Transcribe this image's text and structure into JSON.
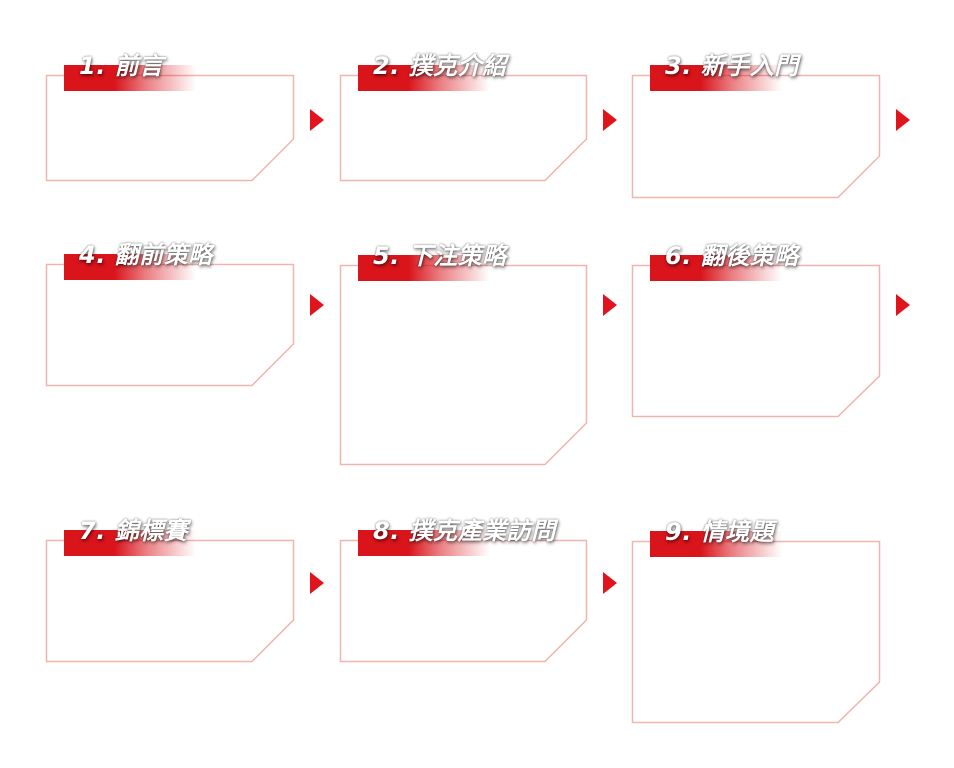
{
  "colors": {
    "accent": "#d9141b",
    "frame_border": "#f1b3ad",
    "background": "#ffffff",
    "title_text": "#ffffff"
  },
  "cards": [
    {
      "title": "1. 前言"
    },
    {
      "title": "2. 撲克介紹"
    },
    {
      "title": "3. 新手入門"
    },
    {
      "title": "4. 翻前策略"
    },
    {
      "title": "5. 下注策略"
    },
    {
      "title": "6. 翻後策略"
    },
    {
      "title": "7. 錦標賽"
    },
    {
      "title": "8. 撲克產業訪問"
    },
    {
      "title": "9. 情境題"
    }
  ],
  "icons": {
    "next_arrow": "triangle-right-icon"
  }
}
